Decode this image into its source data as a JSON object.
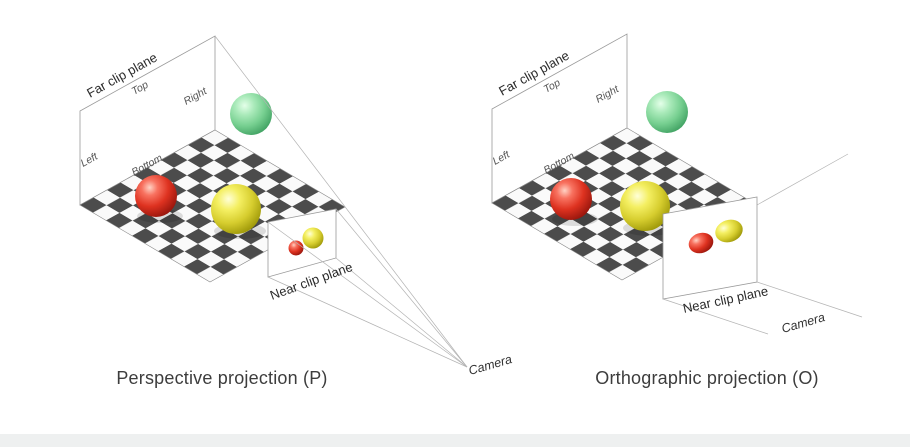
{
  "panels": {
    "perspective": {
      "caption": "Perspective projection (P)",
      "camera_label": "Camera",
      "labels": {
        "far_clip_plane": "Far clip plane",
        "top": "Top",
        "right": "Right",
        "left": "Left",
        "bottom": "Bottom",
        "near_clip_plane": "Near clip plane"
      }
    },
    "orthographic": {
      "caption": "Orthographic projection (O)",
      "camera_label": "Camera",
      "labels": {
        "far_clip_plane": "Far clip plane",
        "top": "Top",
        "right": "Right",
        "left": "Left",
        "bottom": "Bottom",
        "near_clip_plane": "Near clip plane"
      }
    }
  },
  "colors": {
    "checker_dark": "#4c4c4c",
    "checker_light": "#fafafa",
    "sphere_red": "#d92b1c",
    "sphere_yellow": "#ddd32f",
    "sphere_green": "#7fd49a",
    "ray_line": "#b3b3b3",
    "footer_bar": "#eef0f0"
  }
}
